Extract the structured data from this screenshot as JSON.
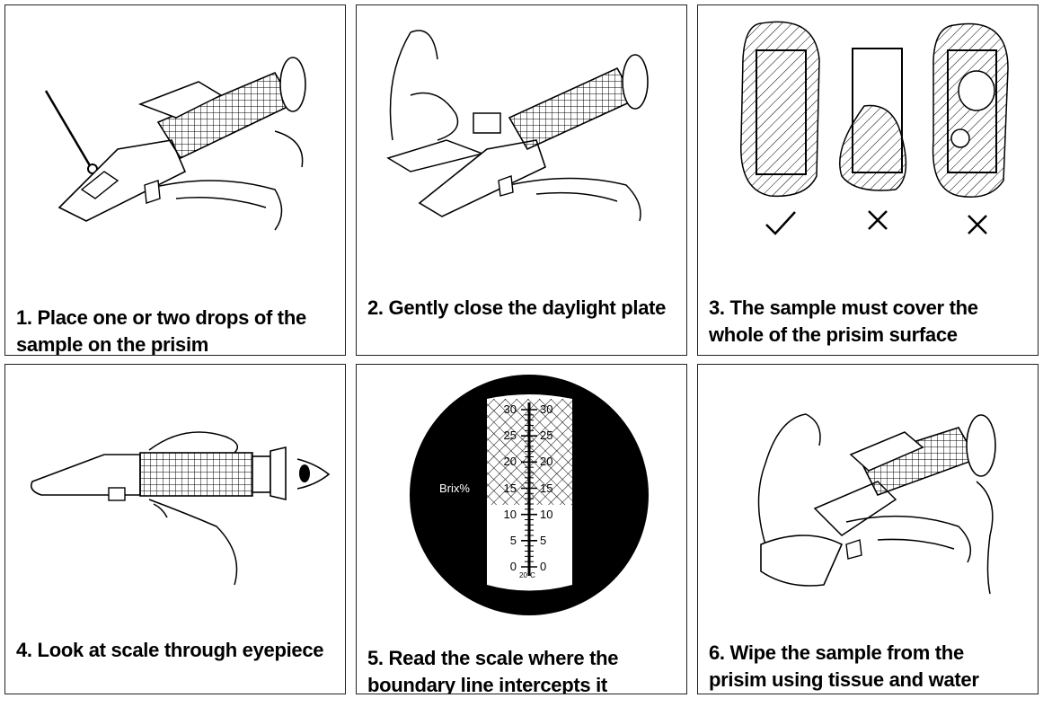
{
  "steps": [
    {
      "number": "1",
      "caption_lines": [
        "1. Place one or two drops of the",
        "sample on the prisim"
      ]
    },
    {
      "number": "2",
      "caption_lines": [
        "2. Gently close the daylight plate"
      ]
    },
    {
      "number": "3",
      "caption_lines": [
        "3. The sample must cover the",
        "whole of the prisim surface"
      ]
    },
    {
      "number": "4",
      "caption_lines": [
        "4. Look at scale through eyepiece"
      ]
    },
    {
      "number": "5",
      "caption_lines": [
        "5. Read the scale where the",
        "boundary line intercepts it"
      ]
    },
    {
      "number": "6",
      "caption_lines": [
        "6. Wipe the sample from the",
        "prisim using tissue and water"
      ]
    }
  ],
  "coverage": {
    "marks": [
      "✓",
      "✕",
      "✕"
    ],
    "icons": [
      "check-icon",
      "cross-icon",
      "cross-icon"
    ]
  },
  "scale": {
    "label": "Brix%",
    "ticks": [
      "30",
      "25",
      "20",
      "15",
      "10",
      "5",
      "0"
    ],
    "temperature": "20°C"
  },
  "colors": {
    "ink": "#000000",
    "paper": "#ffffff"
  }
}
